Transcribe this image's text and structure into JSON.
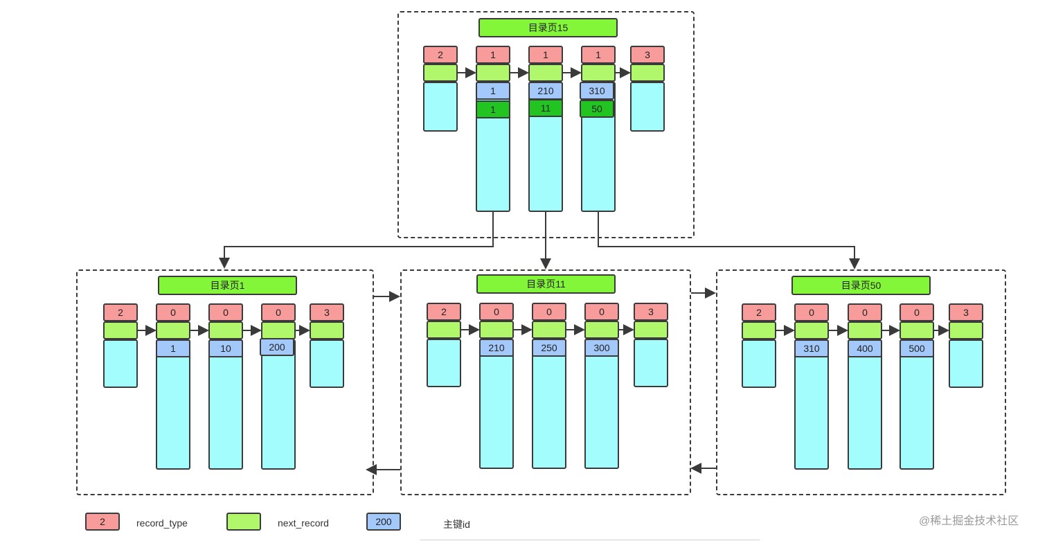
{
  "colors": {
    "record_type": "#f79b9b",
    "next_record": "#b1f76c",
    "primary_key": "#a3c9fa",
    "page_pointer": "#22c422",
    "record_body": "#a3fdfd",
    "page_title": "#84f63a",
    "line": "#3a3a3a"
  },
  "pages": [
    {
      "id": "p15",
      "title": "目录页15",
      "records": [
        {
          "type": "2"
        },
        {
          "type": "1",
          "key": "1",
          "page_no": "1"
        },
        {
          "type": "1",
          "key": "210",
          "page_no": "11"
        },
        {
          "type": "1",
          "key": "310",
          "page_no": "50"
        },
        {
          "type": "3"
        }
      ]
    },
    {
      "id": "p1",
      "title": "目录页1",
      "records": [
        {
          "type": "2"
        },
        {
          "type": "0",
          "key": "1"
        },
        {
          "type": "0",
          "key": "10"
        },
        {
          "type": "0",
          "key": "200"
        },
        {
          "type": "3"
        }
      ]
    },
    {
      "id": "p11",
      "title": "目录页11",
      "records": [
        {
          "type": "2"
        },
        {
          "type": "0",
          "key": "210"
        },
        {
          "type": "0",
          "key": "250"
        },
        {
          "type": "0",
          "key": "300"
        },
        {
          "type": "3"
        }
      ]
    },
    {
      "id": "p50",
      "title": "目录页50",
      "records": [
        {
          "type": "2"
        },
        {
          "type": "0",
          "key": "310"
        },
        {
          "type": "0",
          "key": "400"
        },
        {
          "type": "0",
          "key": "500"
        },
        {
          "type": "3"
        }
      ]
    }
  ],
  "legend": {
    "type_sample": "2",
    "type_label": "record_type",
    "next_label": "next_record",
    "key_sample": "200",
    "key_label": "主键id"
  },
  "watermark": "@稀土掘金技术社区"
}
